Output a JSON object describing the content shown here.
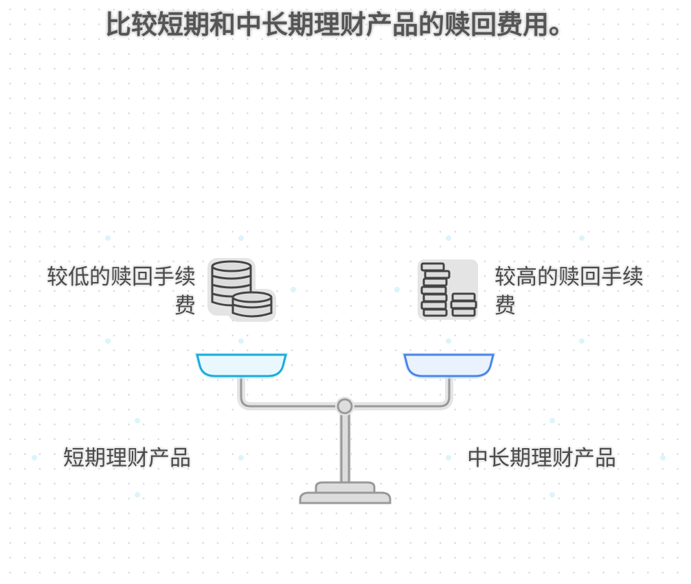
{
  "title": "比较短期和中长期理财产品的赎回费用。",
  "left": {
    "fee_line1": "较低的赎回手续",
    "fee_line2": "费",
    "product": "短期理财产品",
    "icon": "coin-stack-icon",
    "pan_color": "#1aabd9"
  },
  "right": {
    "fee_line1": "较高的赎回手续",
    "fee_line2": "费",
    "product": "中长期理财产品",
    "icon": "bar-stack-icon",
    "pan_color": "#4a86e8"
  }
}
